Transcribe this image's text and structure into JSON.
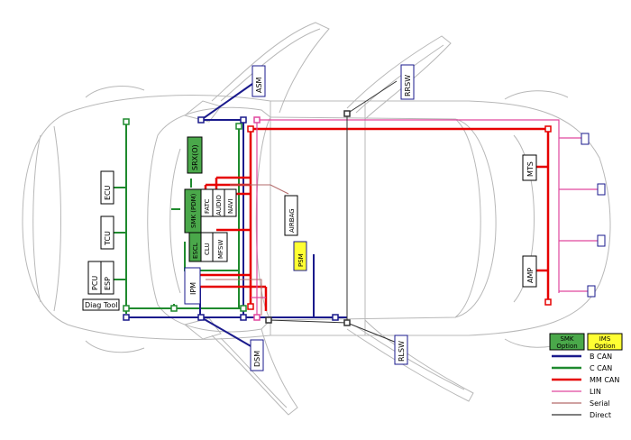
{
  "colors": {
    "b_can": "#1a1a8c",
    "c_can": "#1f8a2e",
    "mm_can": "#e60000",
    "lin": "#e0479e",
    "serial": "#b36b6b",
    "direct": "#333333",
    "car_outline": "#b8b8b8",
    "module_green": "#4aa84a",
    "module_yellow": "#ffff33"
  },
  "modules": {
    "asm": "ASM",
    "rrsw": "RRSW",
    "ecu": "ECU",
    "tcu": "TCU",
    "pcu": "PCU",
    "esp": "ESP",
    "diag_tool": "Diag Tool",
    "srx": "SRX(O)",
    "smk_pdm": "SMK (PDM)",
    "fatc": "FATC",
    "audio": "AUDIO",
    "navi": "NAVI",
    "escl": "ESCL",
    "clu": "CLU",
    "mfsw": "MFSW",
    "airbag": "AIRBAG",
    "psm": "PSM",
    "ipm": "IPM",
    "dsm": "DSM",
    "rlsw": "RLSW",
    "mts": "MTS",
    "amp": "AMP"
  },
  "legend": {
    "smk_option": "SMK Option",
    "ims_option": "IMS Option",
    "items": [
      {
        "key": "b_can",
        "label": "B CAN"
      },
      {
        "key": "c_can",
        "label": "C CAN"
      },
      {
        "key": "mm_can",
        "label": "MM CAN"
      },
      {
        "key": "lin",
        "label": "LIN"
      },
      {
        "key": "serial",
        "label": "Serial"
      },
      {
        "key": "direct",
        "label": "Direct"
      }
    ]
  }
}
